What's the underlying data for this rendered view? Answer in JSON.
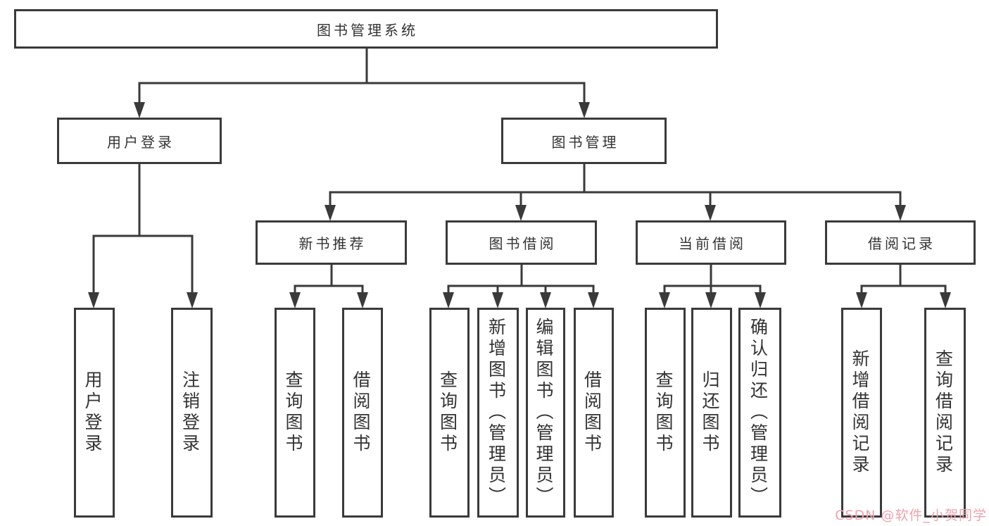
{
  "diagram": {
    "root": {
      "label": "图书管理系统"
    },
    "branches": [
      {
        "label": "用户登录",
        "children": [
          {
            "label": "用户登录"
          },
          {
            "label": "注销登录"
          }
        ]
      },
      {
        "label": "图书管理",
        "children": [
          {
            "label": "新书推荐",
            "children": [
              {
                "label": "查询图书"
              },
              {
                "label": "借阅图书"
              }
            ]
          },
          {
            "label": "图书借阅",
            "children": [
              {
                "label": "查询图书"
              },
              {
                "label": "新增图书（管理员）"
              },
              {
                "label": "编辑图书（管理员）"
              },
              {
                "label": "借阅图书"
              }
            ]
          },
          {
            "label": "当前借阅",
            "children": [
              {
                "label": "查询图书"
              },
              {
                "label": "归还图书"
              },
              {
                "label": "确认归还（管理员）"
              }
            ]
          },
          {
            "label": "借阅记录",
            "children": [
              {
                "label": "新增借阅记录"
              },
              {
                "label": "查询借阅记录"
              }
            ]
          }
        ]
      }
    ]
  },
  "watermark": {
    "text": "CSDN @软件_小贺同学",
    "color": "#efa3ad"
  },
  "colors": {
    "line": "#3a3a3a",
    "text": "#333333",
    "background": "#ffffff"
  }
}
